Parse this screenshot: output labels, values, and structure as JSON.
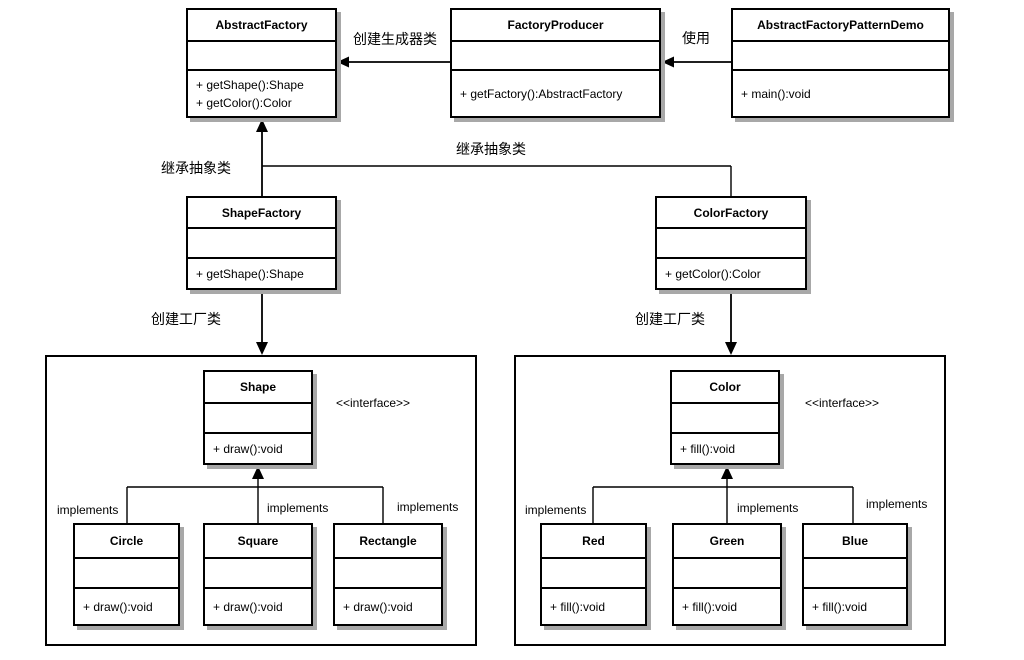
{
  "diagram": {
    "classes": {
      "abstract_factory": {
        "name": "AbstractFactory",
        "methods": [
          "+ getShape():Shape",
          "+ getColor():Color"
        ]
      },
      "factory_producer": {
        "name": "FactoryProducer",
        "methods": [
          "+ getFactory():AbstractFactory"
        ]
      },
      "demo": {
        "name": "AbstractFactoryPatternDemo",
        "methods": [
          "+ main():void"
        ]
      },
      "shape_factory": {
        "name": "ShapeFactory",
        "methods": [
          "+ getShape():Shape"
        ]
      },
      "color_factory": {
        "name": "ColorFactory",
        "methods": [
          "+ getColor():Color"
        ]
      },
      "shape": {
        "name": "Shape",
        "methods": [
          "+ draw():void"
        ]
      },
      "color": {
        "name": "Color",
        "methods": [
          "+ fill():void"
        ]
      },
      "circle": {
        "name": "Circle",
        "methods": [
          "+ draw():void"
        ]
      },
      "square": {
        "name": "Square",
        "methods": [
          "+ draw():void"
        ]
      },
      "rectangle": {
        "name": "Rectangle",
        "methods": [
          "+ draw():void"
        ]
      },
      "red": {
        "name": "Red",
        "methods": [
          "+ fill():void"
        ]
      },
      "green": {
        "name": "Green",
        "methods": [
          "+ fill():void"
        ]
      },
      "blue": {
        "name": "Blue",
        "methods": [
          "+ fill():void"
        ]
      }
    },
    "labels": {
      "create_builder": "创建生成器类",
      "use": "使用",
      "extends_abstract": "继承抽象类",
      "create_factory": "创建工厂类",
      "interface_stereotype": "<<interface>>",
      "implements": "implements"
    },
    "colors": {
      "line": "#000000",
      "box_border": "#000000",
      "box_shadow": "#a8a8a8",
      "background": "#ffffff"
    }
  }
}
